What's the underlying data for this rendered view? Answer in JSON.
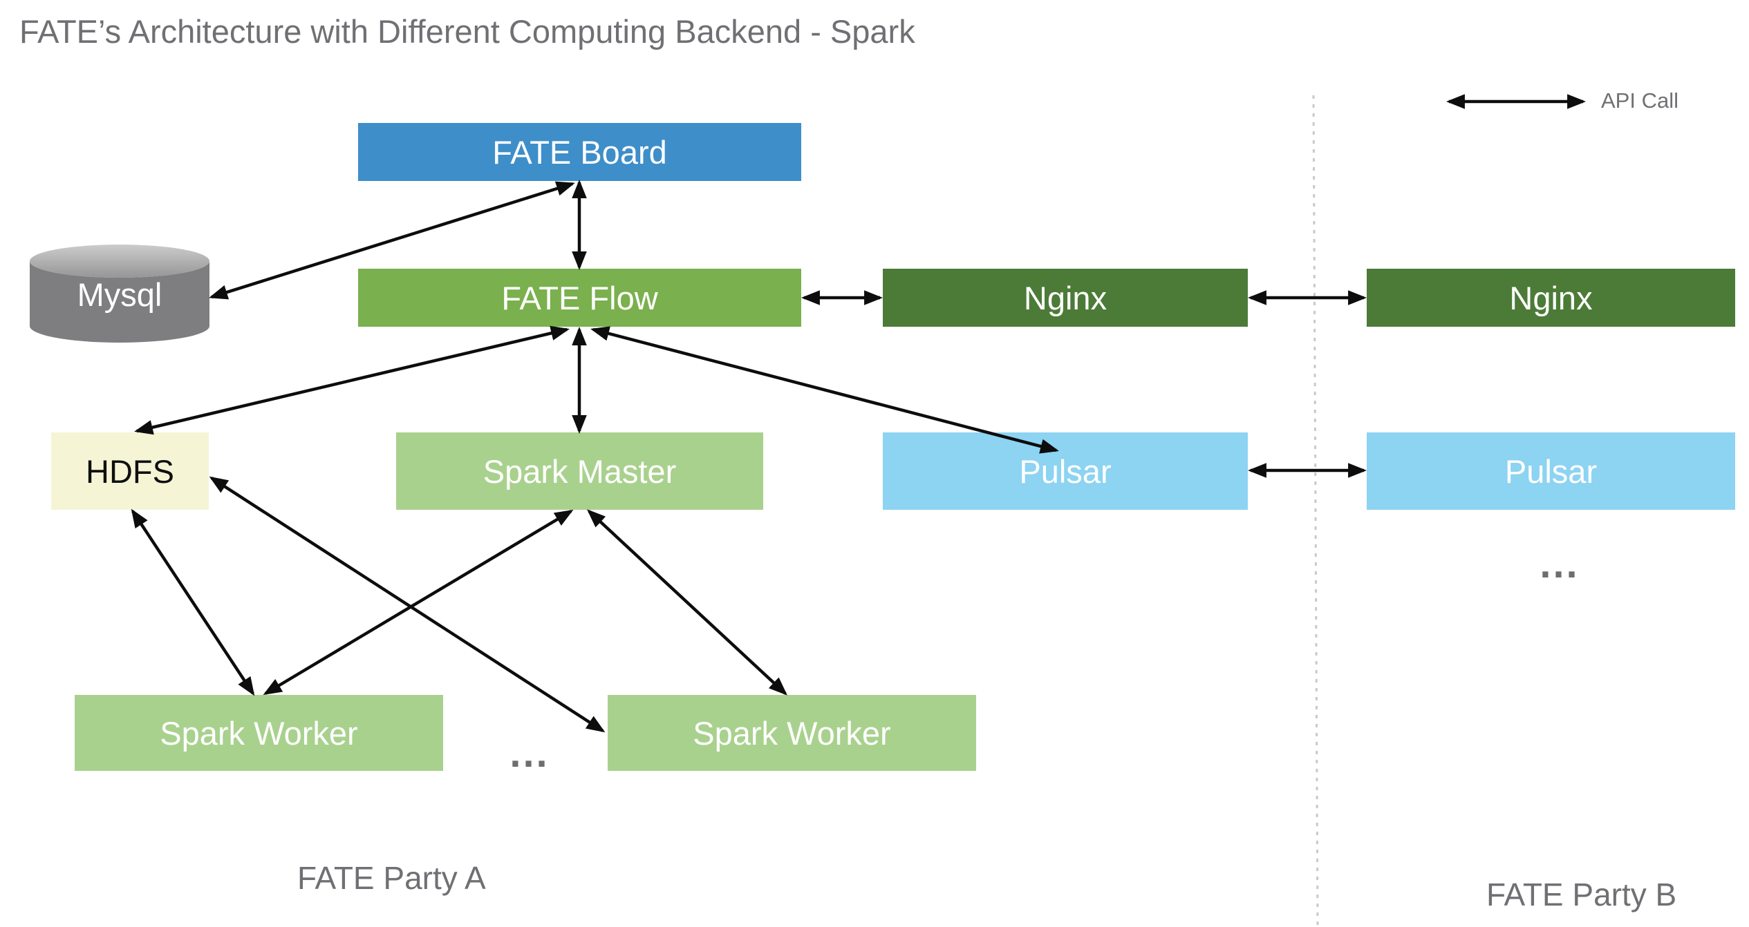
{
  "title": "FATE’s Architecture with Different Computing Backend - Spark",
  "legend": {
    "api_call_label": "API Call"
  },
  "nodes": {
    "fate_board": {
      "label": "FATE Board"
    },
    "mysql": {
      "label": "Mysql"
    },
    "fate_flow": {
      "label": "FATE Flow"
    },
    "nginx_party_a": {
      "label": "Nginx"
    },
    "nginx_party_b": {
      "label": "Nginx"
    },
    "hdfs": {
      "label": "HDFS"
    },
    "spark_master": {
      "label": "Spark Master"
    },
    "pulsar_party_a": {
      "label": "Pulsar"
    },
    "pulsar_party_b": {
      "label": "Pulsar"
    },
    "spark_worker_1": {
      "label": "Spark Worker"
    },
    "spark_worker_2": {
      "label": "Spark Worker"
    }
  },
  "regions": {
    "party_a_label": "FATE Party A",
    "party_b_label": "FATE Party B"
  },
  "ellipsis": {
    "spark_workers": "...",
    "party_b": "..."
  },
  "colors": {
    "board": "#3e8ec9",
    "flow": "#7ab04e",
    "nginx": "#4c7b38",
    "lightgreen": "#a9d18e",
    "pulsar": "#8dd3f2",
    "hdfs": "#f5f5d6",
    "hdfs_text": "#0f0f0f",
    "box_text": "#ffffff",
    "mysql_body": "#7e7e80",
    "arrow": "#0d0d0d",
    "divider": "#c9c9c9",
    "text_gray": "#707074",
    "ellipsis_gray": "#6e6e6e"
  }
}
